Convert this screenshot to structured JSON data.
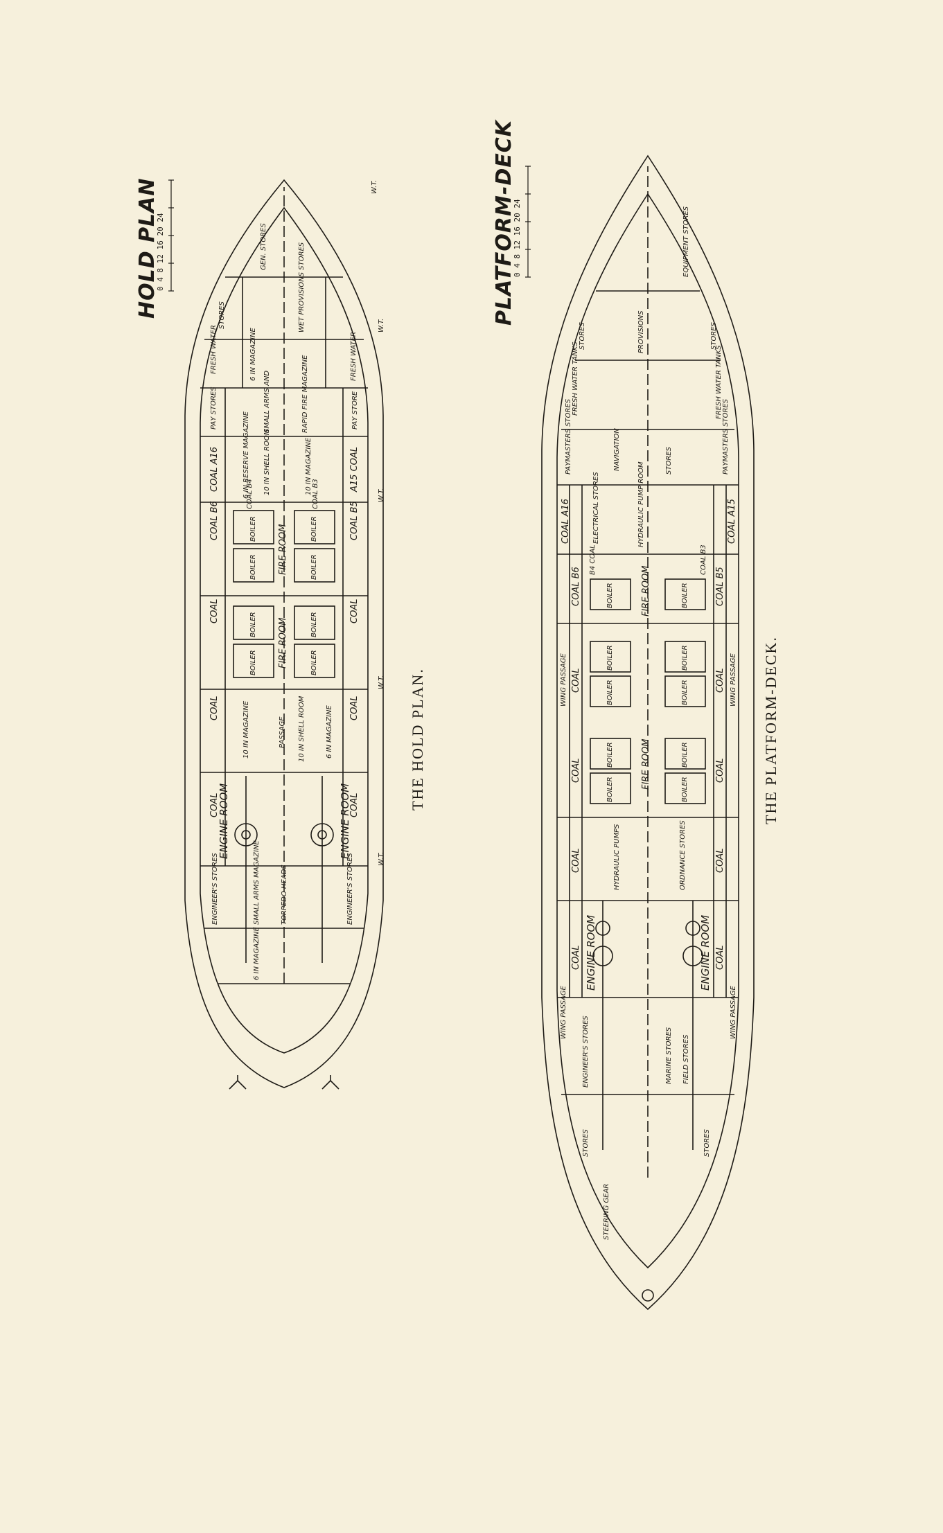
{
  "hold": {
    "title": "HOLD PLAN",
    "scale": "0 4 8 12 16 20 24",
    "caption": "THE HOLD PLAN.",
    "labels": {
      "gen_stores": "GEN. STORES",
      "stores": "STORES",
      "wet_provisions_stores": "WET PROVISIONS STORES",
      "fresh_water_top": "FRESH WATER",
      "six_in_magazine": "6 IN MAGAZINE",
      "fresh_water_bottom": "FRESH WATER",
      "pay_stores": "PAY STORES",
      "small_arms_and": "SMALL ARMS AND",
      "rapid_fire_magazine": "RAPID FIRE MAGAZINE",
      "pay_store": "PAY STORE",
      "coal_a16": "COAL A16",
      "six_in_reserve_magazine": "6 IN RESERVE MAGAZINE",
      "ten_in_shell_room_fwd": "10 IN SHELL ROOM",
      "ten_in_magazine_fwd": "10 IN MAGAZINE",
      "a15_coal": "A15 COAL",
      "coal_b6": "COAL B6",
      "coal_b4": "COAL B4",
      "coal_b3": "COAL B3",
      "coal_b5": "COAL B5",
      "coal": "COAL",
      "boiler": "BOILER",
      "fire_room": "FIRE ROOM",
      "ten_in_magazine_aft": "10 IN MAGAZINE",
      "passage": "PASSAGE",
      "ten_in_shell_room_aft": "10 IN SHELL ROOM",
      "six_in_magazine_aft": "6 IN MAGAZINE",
      "engine_room": "ENGINE ROOM",
      "engineers_stores": "ENGINEER'S STORES",
      "small_arms_magazine": "SMALL ARMS MAGAZINE",
      "torpedo_heads": "TORPEDO HEADS",
      "six_in_magazine_stern": "6 IN MAGAZINE",
      "wt": "W.T."
    }
  },
  "platform": {
    "title": "PLATFORM-DECK",
    "scale": "0 4 8 12 16 20 24",
    "caption": "THE PLATFORM-DECK.",
    "labels": {
      "equipment_stores": "EQUIPMENT STORES",
      "stores": "STORES",
      "provisions": "PROVISIONS",
      "fresh_water_tanks_top": "FRESH WATER TANKS",
      "fresh_water_tanks_bottom": "FRESH WATER TANKS",
      "paymasters_stores_top": "PAYMASTERS STORES",
      "paymasters_stores_bottom": "PAYMASTERS STORES",
      "navigation": "NAVIGATION",
      "coal_a16": "COAL A16",
      "electrical_stores": "ELECTRICAL STORES",
      "hydraulic_pump_room": "HYDRAULIC PUMP ROOM",
      "coal_a15": "COAL A15",
      "wing_passage": "WING PASSAGE",
      "coal_b6": "COAL B6",
      "b4_coal": "B4 COAL",
      "coal_b3": "COAL B3",
      "coal_b5": "COAL B5",
      "coal": "COAL",
      "boiler": "BOILER",
      "fire_room": "FIRE ROOM",
      "hydraulic_pumps": "HYDRAULIC PUMPS",
      "ordnance_stores": "ORDNANCE STORES",
      "engine_room": "ENGINE ROOM",
      "engineers_stores": "ENGINEER'S STORES",
      "marine_stores": "MARINE STORES",
      "field_stores": "FIELD STORES",
      "steering_gear": "STEERING GEAR"
    }
  }
}
